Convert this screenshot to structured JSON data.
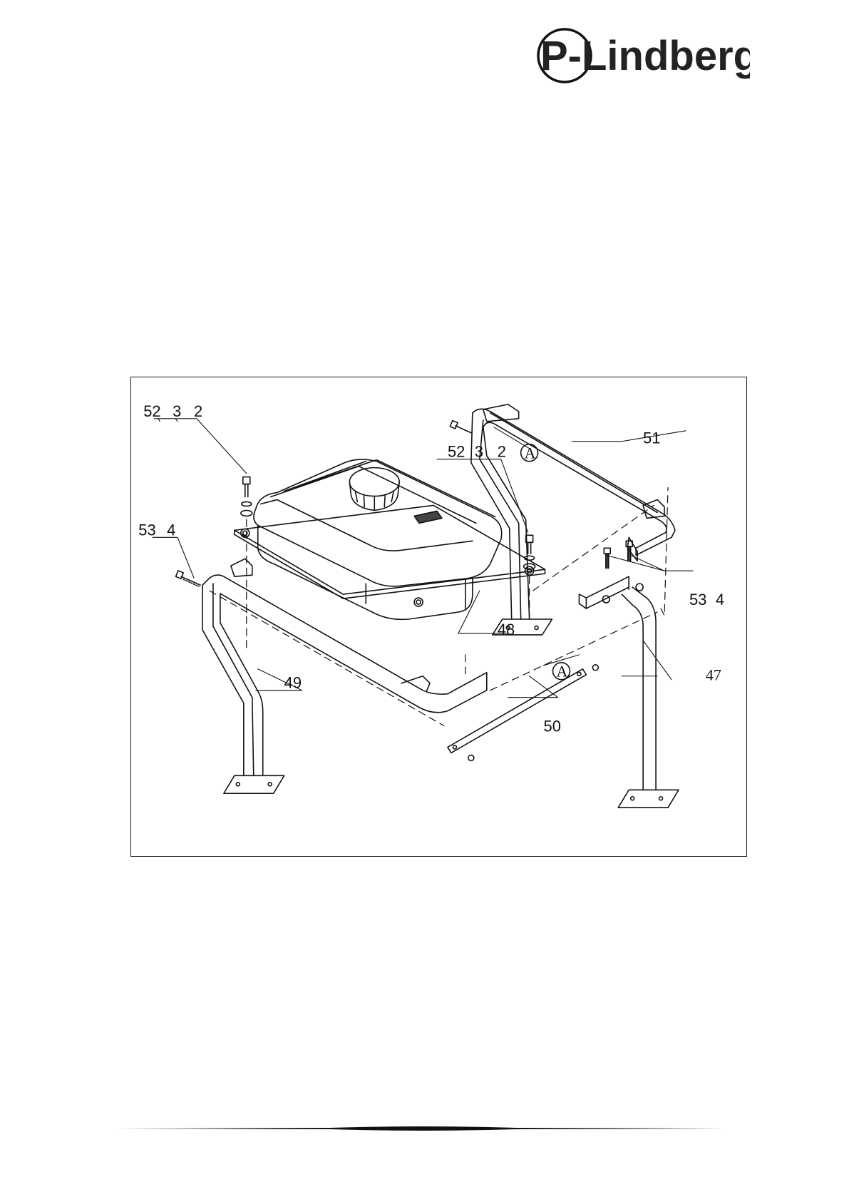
{
  "header": {
    "brand": "P-Lindberg",
    "logo_icon": "p-lindberg-logo"
  },
  "figure": {
    "callouts": {
      "c1_a": "52",
      "c1_b": "3",
      "c1_c": "2",
      "c2_a": "52",
      "c2_b": "3",
      "c2_c": "2",
      "c3_a": "53",
      "c3_b": "4",
      "c4_a": "53",
      "c4_b": "4",
      "p51": "51",
      "p48": "48",
      "p49": "49",
      "p50": "50",
      "p47": "47",
      "ref_a1": "A",
      "ref_a2": "A"
    }
  },
  "footer": {
    "rule_icon": "footer-divider"
  }
}
